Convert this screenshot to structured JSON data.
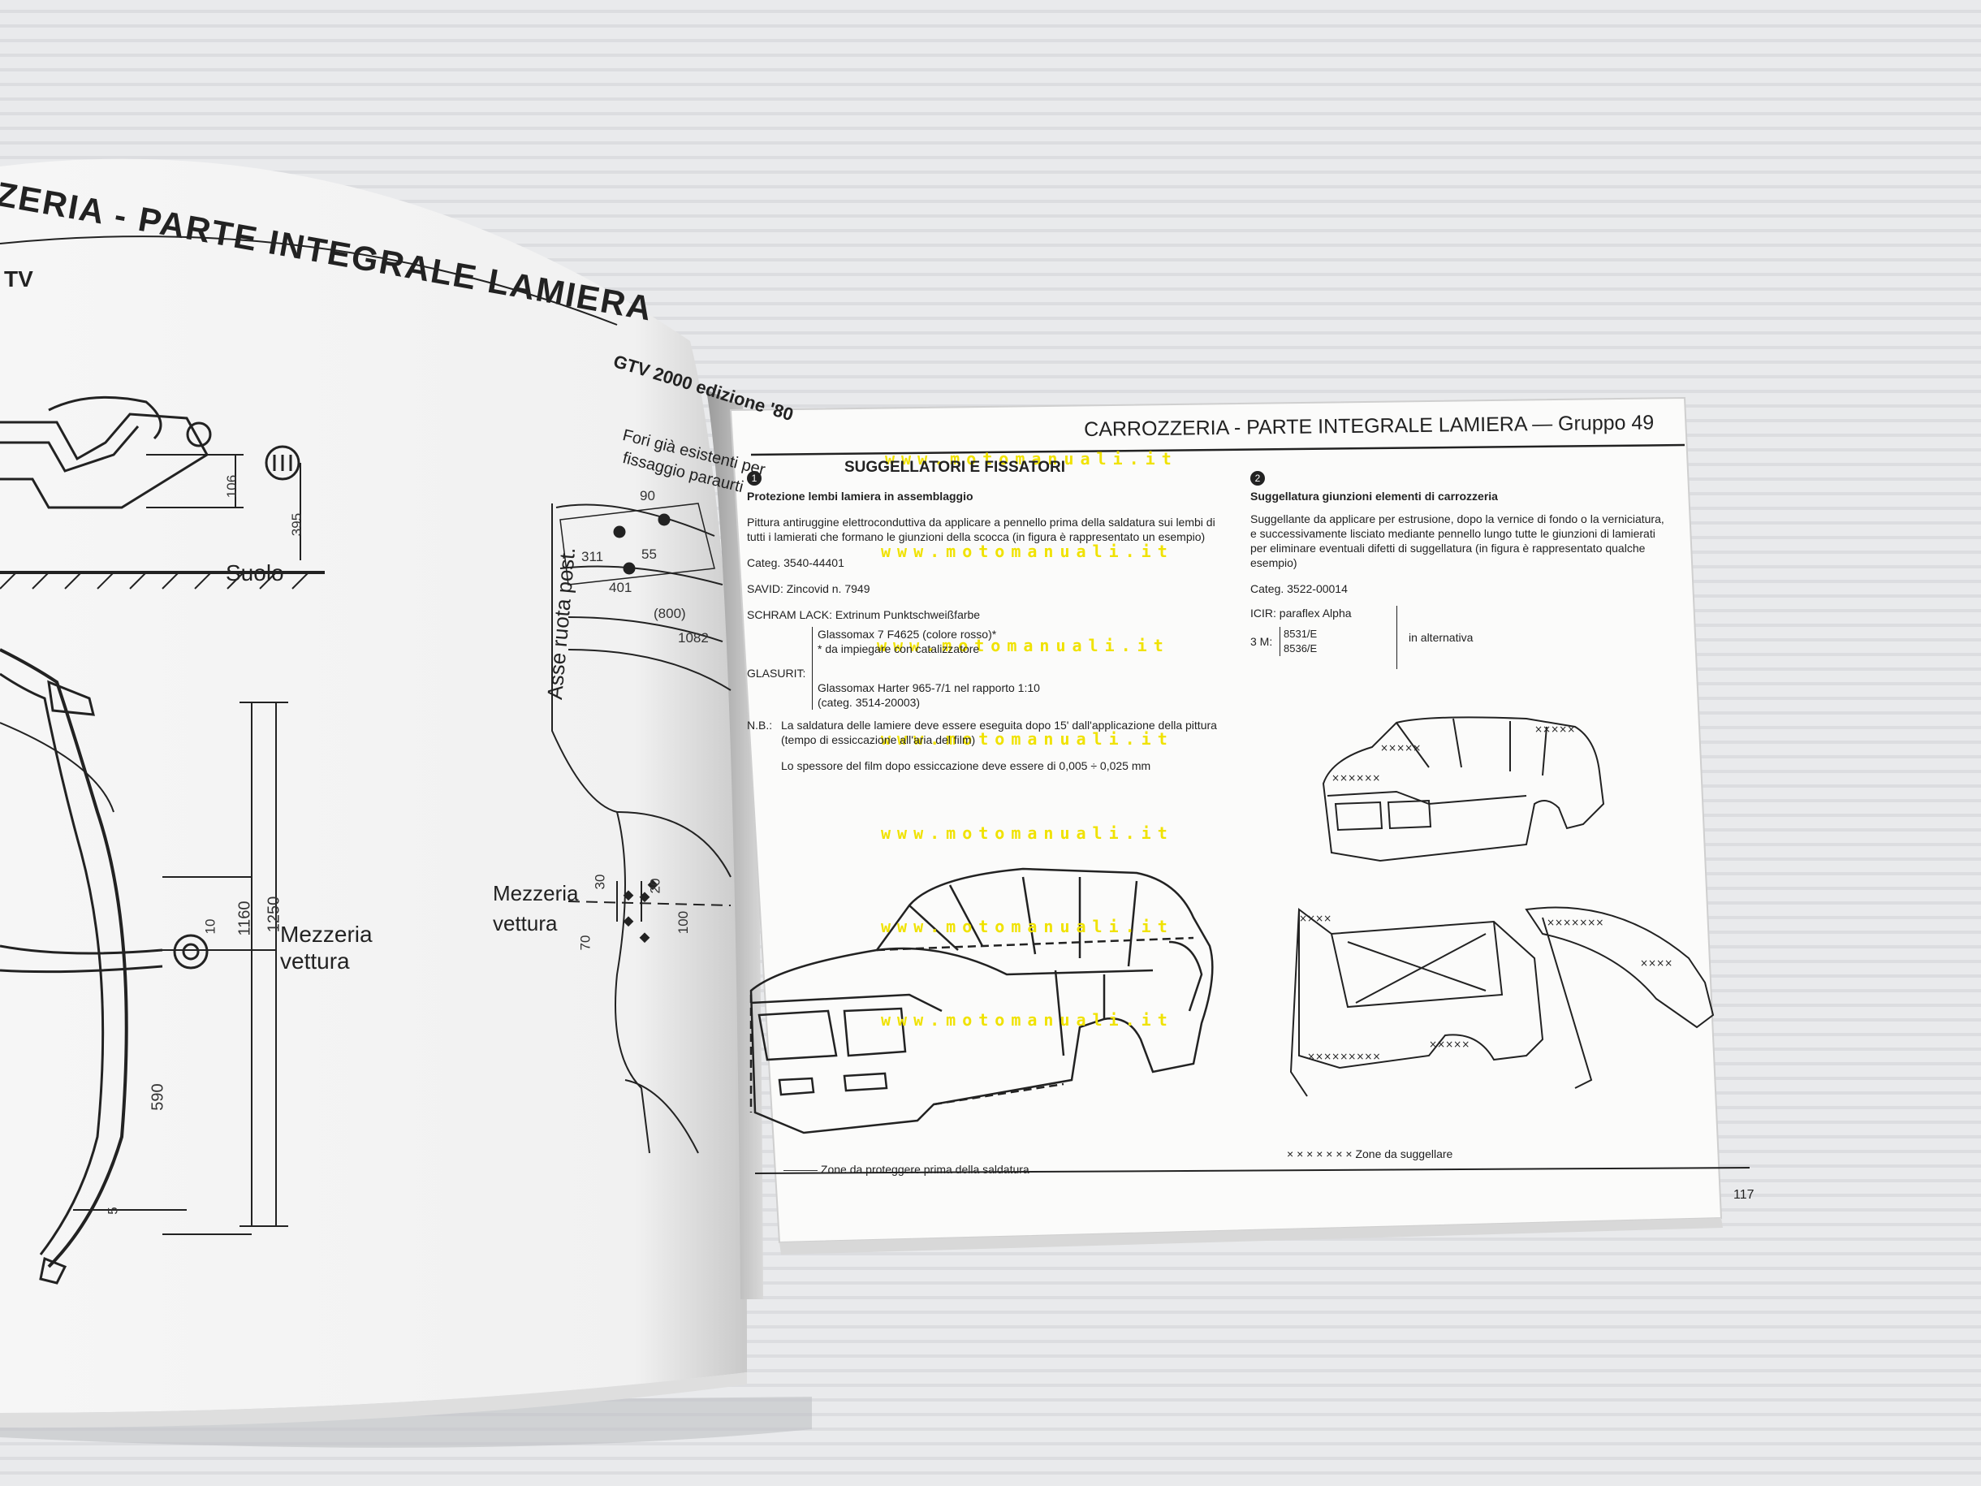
{
  "left_page": {
    "header": "ZERIA - PARTE INTEGRALE LAMIERA",
    "model_fragment": "TV",
    "model_edition": "GTV 2000 edizione '80",
    "holes_note_line1": "Fori già esistenti per",
    "holes_note_line2": "fissaggio paraurti",
    "ground_label": "Suolo",
    "rear_axle_label": "Asse ruota post.",
    "center_label_1": "Mezzeria",
    "center_label_2": "vettura",
    "center_label_3": "Mezzeria",
    "center_label_4": "vettura",
    "dims": {
      "d106": "106",
      "d395": "395",
      "d90": "90",
      "d311": "311",
      "d55": "55",
      "d401": "401",
      "d800": "(800)",
      "d1082": "1082",
      "d10": "10",
      "d1160": "1160",
      "d1250": "1250",
      "d590": "590",
      "d30": "30",
      "d20": "20",
      "d70": "70",
      "d100": "100",
      "d5": "5"
    }
  },
  "right_page": {
    "header": "CARROZZERIA - PARTE INTEGRALE LAMIERA",
    "group": "— Gruppo 49",
    "section_title": "SUGGELLATORI E FISSATORI",
    "s1": {
      "number": "1",
      "title": "Protezione lembi lamiera in assemblaggio",
      "p1": "Pittura antiruggine elettroconduttiva da applicare a pennello prima della saldatura sui lembi di tutti i lamierati che formano le giunzioni della scocca (in figura è rappresentato un esempio)",
      "categ": "Categ. 3540-44401",
      "savid": "SAVID: Zincovid n. 7949",
      "schram": "SCHRAM LACK: Extrinum Punktschweißfarbe",
      "glasurit_label": "GLASURIT:",
      "g1": "Glassomax 7 F4625 (colore rosso)*",
      "g2": "* da impiegare con catalizzatore",
      "g3": "Glassomax Harter 965-7/1 nel rapporto 1:10",
      "g4": "(categ. 3514-20003)",
      "nb_label": "N.B.:",
      "nb1": "La saldatura delle lamiere deve essere eseguita dopo 15' dall'applicazione della pittura (tempo di essiccazione all'aria del film)",
      "nb2": "Lo spessore del film dopo essiccazione deve essere di 0,005 ÷ 0,025 mm",
      "legend": "——— Zone da proteggere prima della saldatura"
    },
    "s2": {
      "number": "2",
      "title": "Suggellatura giunzioni elementi di carrozzeria",
      "p1": "Suggellante da applicare per estrusione, dopo la vernice di fondo o la verniciatura, e successivamente lisciato mediante pennello lungo tutte le giunzioni di lamierati per eliminare eventuali difetti di suggellatura (in figura è rappresentato qualche esempio)",
      "categ": "Categ. 3522-00014",
      "icir": "ICIR: paraflex Alpha",
      "m3_label": "3 M:",
      "m3a": "8531/E",
      "m3b": "8536/E",
      "alt": "in alternativa",
      "legend": "× × × × × × ×  Zone da suggellare"
    },
    "page_number": "117"
  },
  "watermark": "www.motomanuali.it",
  "colors": {
    "watermark": "#f0e200",
    "ink": "#222222",
    "paper": "#fbfbfa"
  }
}
